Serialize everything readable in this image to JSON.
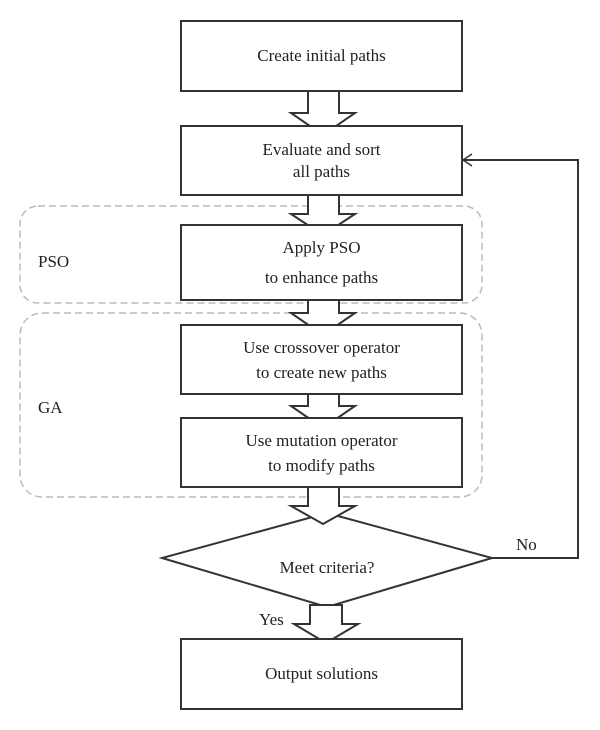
{
  "diagram": {
    "type": "flowchart",
    "nodes": [
      {
        "id": "create",
        "kind": "process",
        "lines": [
          "Create initial paths"
        ]
      },
      {
        "id": "evaluate",
        "kind": "process",
        "lines": [
          "Evaluate and sort",
          "all paths"
        ]
      },
      {
        "id": "pso",
        "kind": "process",
        "lines": [
          "Apply PSO",
          "to enhance paths"
        ]
      },
      {
        "id": "crossover",
        "kind": "process",
        "lines": [
          "Use crossover operator",
          "to create new paths"
        ]
      },
      {
        "id": "mutation",
        "kind": "process",
        "lines": [
          "Use mutation operator",
          "to modify paths"
        ]
      },
      {
        "id": "criteria",
        "kind": "decision",
        "lines": [
          "Meet criteria?"
        ]
      },
      {
        "id": "output",
        "kind": "process",
        "lines": [
          "Output solutions"
        ]
      }
    ],
    "groups": [
      {
        "id": "group-pso",
        "label": "PSO",
        "members": [
          "pso"
        ]
      },
      {
        "id": "group-ga",
        "label": "GA",
        "members": [
          "crossover",
          "mutation"
        ]
      }
    ],
    "edges": [
      {
        "from": "create",
        "to": "evaluate",
        "label": ""
      },
      {
        "from": "evaluate",
        "to": "pso",
        "label": ""
      },
      {
        "from": "pso",
        "to": "crossover",
        "label": ""
      },
      {
        "from": "crossover",
        "to": "mutation",
        "label": ""
      },
      {
        "from": "mutation",
        "to": "criteria",
        "label": ""
      },
      {
        "from": "criteria",
        "to": "output",
        "label": "Yes"
      },
      {
        "from": "criteria",
        "to": "evaluate",
        "label": "No"
      }
    ],
    "colors": {
      "stroke": "#333333",
      "group_stroke": "#bbbbbb",
      "background": "#ffffff"
    }
  }
}
